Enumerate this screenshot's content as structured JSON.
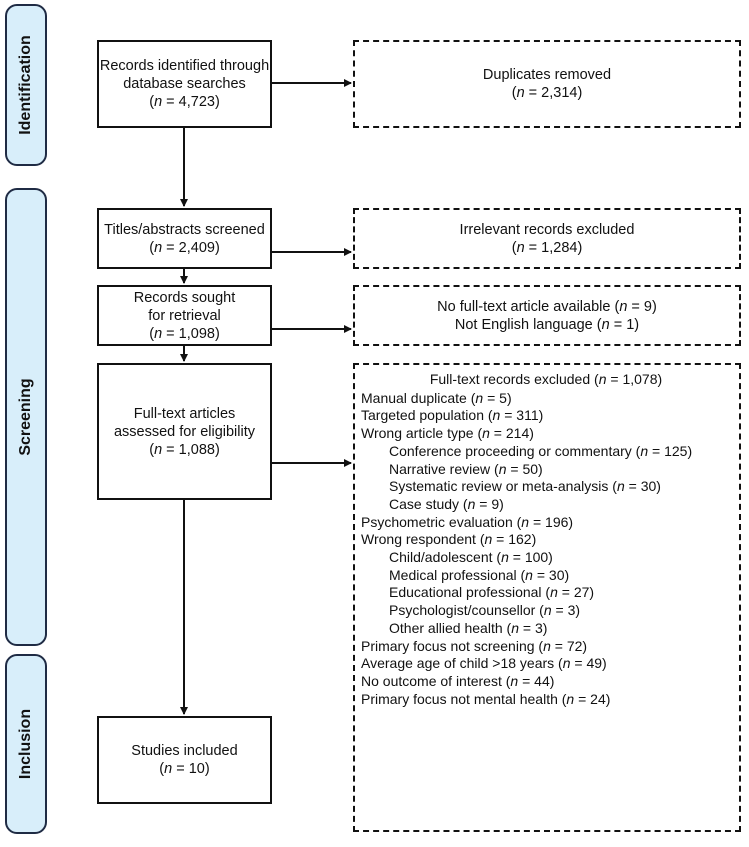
{
  "phases": [
    {
      "id": "identification",
      "label": "Identification"
    },
    {
      "id": "screening",
      "label": "Screening"
    },
    {
      "id": "inclusion",
      "label": "Inclusion"
    }
  ],
  "boxes": {
    "identified": {
      "lines": [
        "Records identified through",
        "database searches"
      ],
      "count_prefix": "n",
      "count_rest": " = 4,723)"
    },
    "duplicates": {
      "lines": [
        "Duplicates removed"
      ],
      "count_prefix": "n",
      "count_rest": " = 2,314)"
    },
    "screened": {
      "lines": [
        "Titles/abstracts screened"
      ],
      "count_prefix": "n",
      "count_rest": " = 2,409)"
    },
    "irrelevant": {
      "lines": [
        "Irrelevant records excluded"
      ],
      "count_prefix": "n",
      "count_rest": " = 1,284)"
    },
    "sought": {
      "lines": [
        "Records sought",
        "for retrieval"
      ],
      "count_prefix": "n",
      "count_rest": " = 1,098)"
    },
    "not_retrieved": {
      "lines": [
        {
          "text": "No full-text article available (",
          "n": "n",
          "rest": " = 9)"
        },
        {
          "text": "Not English language (",
          "n": "n",
          "rest": " = 1)"
        }
      ]
    },
    "assessed": {
      "lines": [
        "Full-text articles",
        "assessed for eligibility"
      ],
      "count_prefix": "n",
      "count_rest": " = 1,088)"
    },
    "included": {
      "lines": [
        "Studies included"
      ],
      "count_prefix": "n",
      "count_rest": " = 10)"
    }
  },
  "fulltext_excluded": {
    "heading": {
      "text": "Full-text records excluded (",
      "n": "n",
      "rest": " = 1,078)"
    },
    "items": [
      {
        "level": 0,
        "text": "Manual duplicate (",
        "n": "n",
        "rest": " = 5)"
      },
      {
        "level": 0,
        "text": "Targeted population (",
        "n": "n",
        "rest": " = 311)"
      },
      {
        "level": 0,
        "text": "Wrong article type (",
        "n": "n",
        "rest": " = 214)"
      },
      {
        "level": 1,
        "text": "Conference proceeding or commentary (",
        "n": "n",
        "rest": " = 125)"
      },
      {
        "level": 1,
        "text": "Narrative review (",
        "n": "n",
        "rest": " = 50)"
      },
      {
        "level": 1,
        "text": "Systematic review or meta-analysis (",
        "n": "n",
        "rest": " = 30)"
      },
      {
        "level": 1,
        "text": "Case study (",
        "n": "n",
        "rest": " = 9)"
      },
      {
        "level": 0,
        "text": "Psychometric evaluation (",
        "n": "n",
        "rest": " = 196)"
      },
      {
        "level": 0,
        "text": "Wrong respondent (",
        "n": "n",
        "rest": " = 162)"
      },
      {
        "level": 1,
        "text": "Child/adolescent (",
        "n": "n",
        "rest": " = 100)"
      },
      {
        "level": 1,
        "text": "Medical professional (",
        "n": "n",
        "rest": " = 30)"
      },
      {
        "level": 1,
        "text": "Educational professional (",
        "n": "n",
        "rest": " = 27)"
      },
      {
        "level": 1,
        "text": "Psychologist/counsellor (",
        "n": "n",
        "rest": " = 3)"
      },
      {
        "level": 1,
        "text": "Other allied health (",
        "n": "n",
        "rest": " = 3)"
      },
      {
        "level": 0,
        "text": "Primary focus not screening (",
        "n": "n",
        "rest": " = 72)"
      },
      {
        "level": 0,
        "text": "Average age of child >18 years (",
        "n": "n",
        "rest": " = 49)"
      },
      {
        "level": 0,
        "text": "No outcome of interest (",
        "n": "n",
        "rest": " = 44)"
      },
      {
        "level": 0,
        "text": "Primary focus not mental health (",
        "n": "n",
        "rest": " = 24)"
      }
    ]
  },
  "colors": {
    "phase_fill": "#d8eefa",
    "phase_border": "#1f2b44",
    "line": "#111111"
  }
}
